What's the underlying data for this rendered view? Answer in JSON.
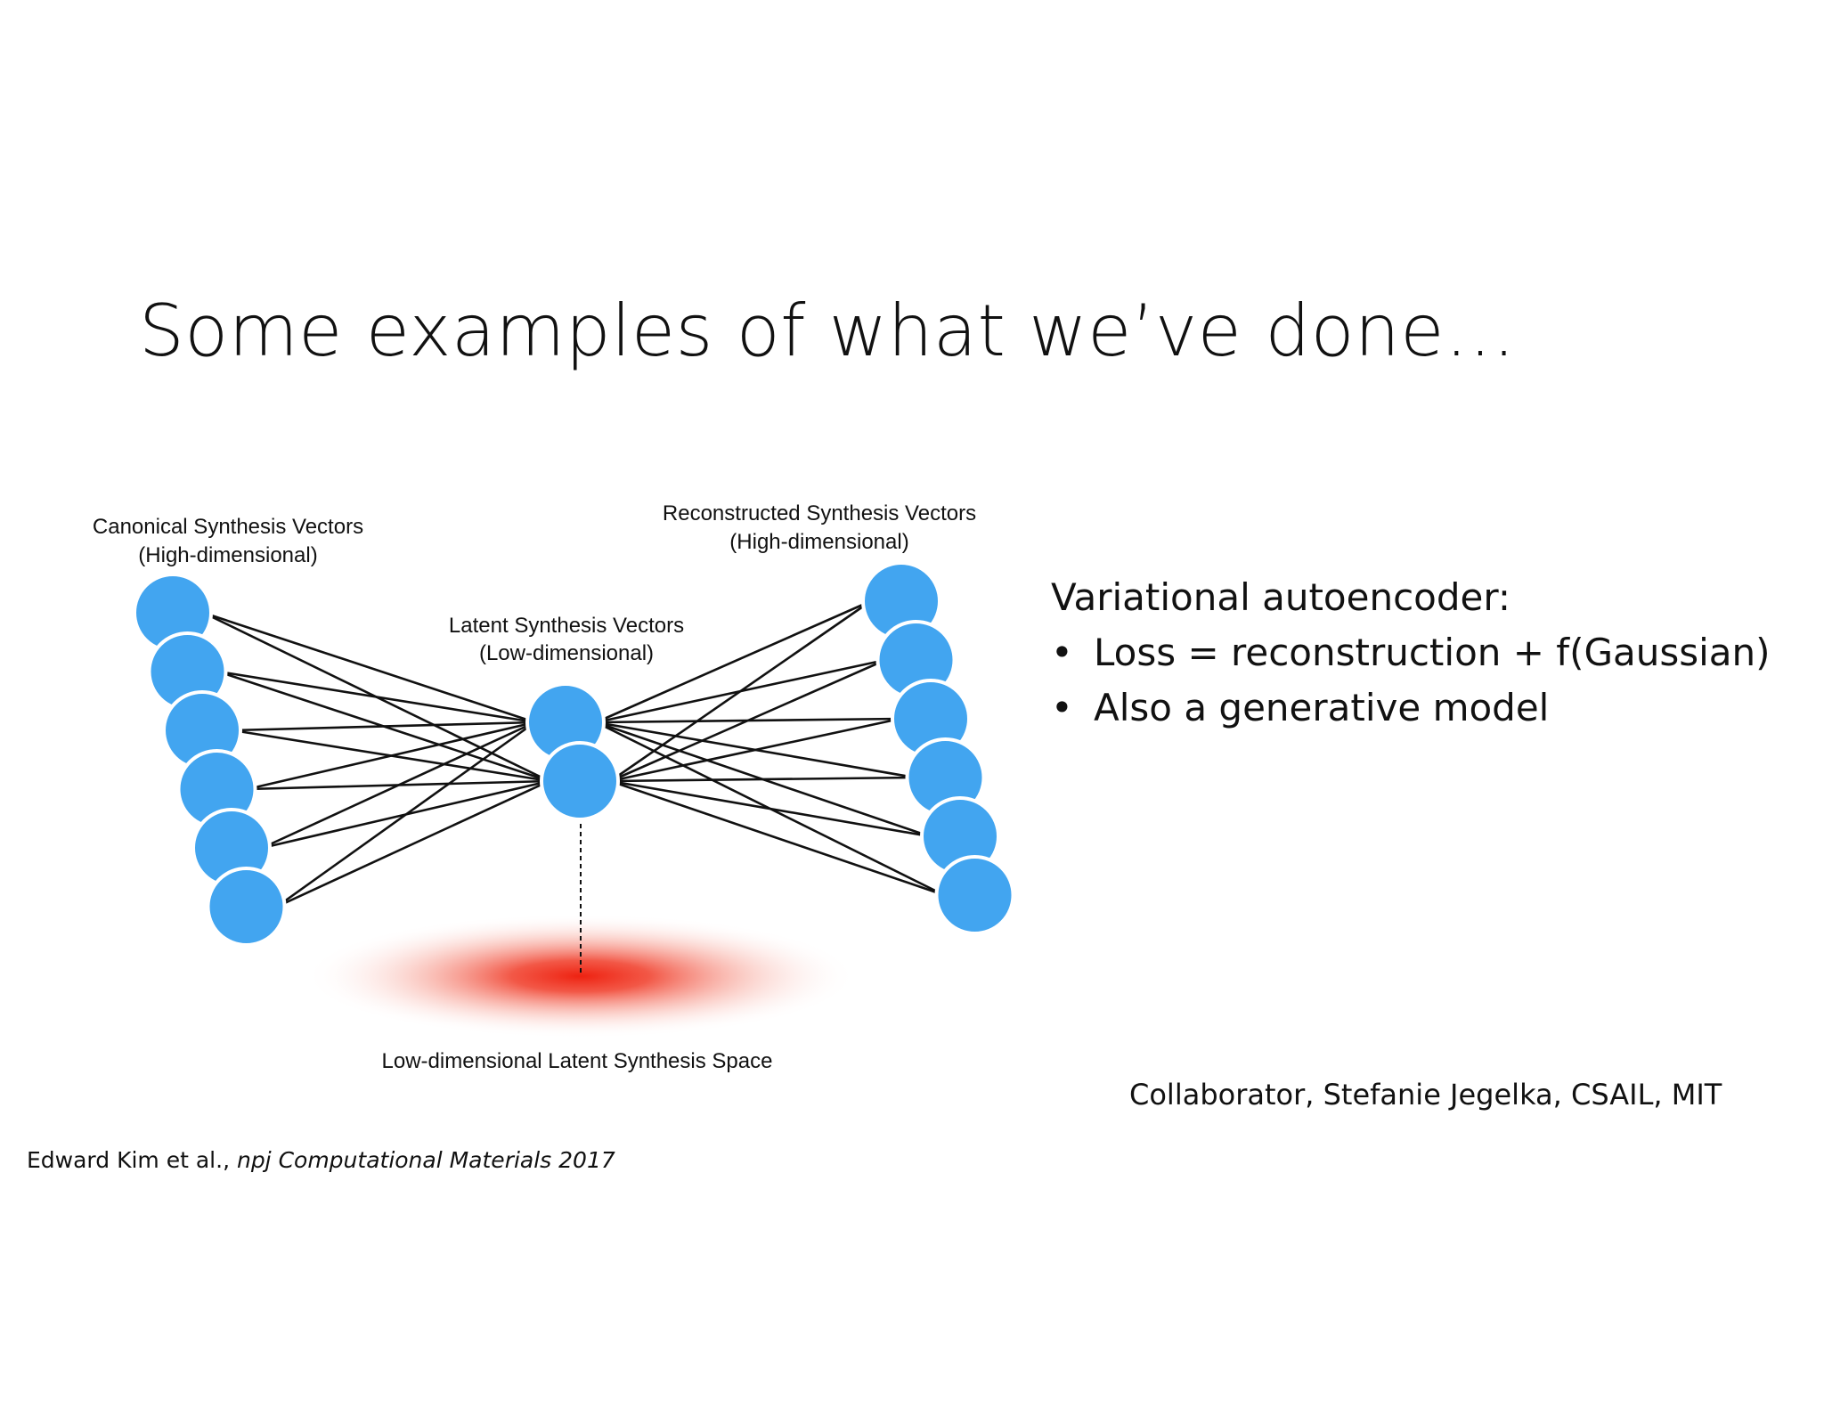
{
  "slide": {
    "title": "Some examples of what we’ve done…"
  },
  "diagram": {
    "input_label_line1": "Canonical Synthesis Vectors",
    "input_label_line2": "(High-dimensional)",
    "latent_label_line1": "Latent Synthesis Vectors",
    "latent_label_line2": "(Low-dimensional)",
    "output_label_line1": "Reconstructed Synthesis Vectors",
    "output_label_line2": "(High-dimensional)",
    "space_label": "Low-dimensional Latent Synthesis Space",
    "node_color": "#42a5f0",
    "edge_color": "#111111",
    "space_color": "#ee2211",
    "input_node_count": 6,
    "latent_node_count": 2,
    "output_node_count": 6
  },
  "content": {
    "heading": "Variational autoencoder:",
    "bullets": [
      "Loss = reconstruction + f(Gaussian)",
      "Also a generative model"
    ]
  },
  "credits": {
    "collaborator": "Collaborator, Stefanie Jegelka, CSAIL, MIT",
    "citation_authors": "Edward Kim et al., ",
    "citation_journal": "npj Computational Materials 2017"
  }
}
